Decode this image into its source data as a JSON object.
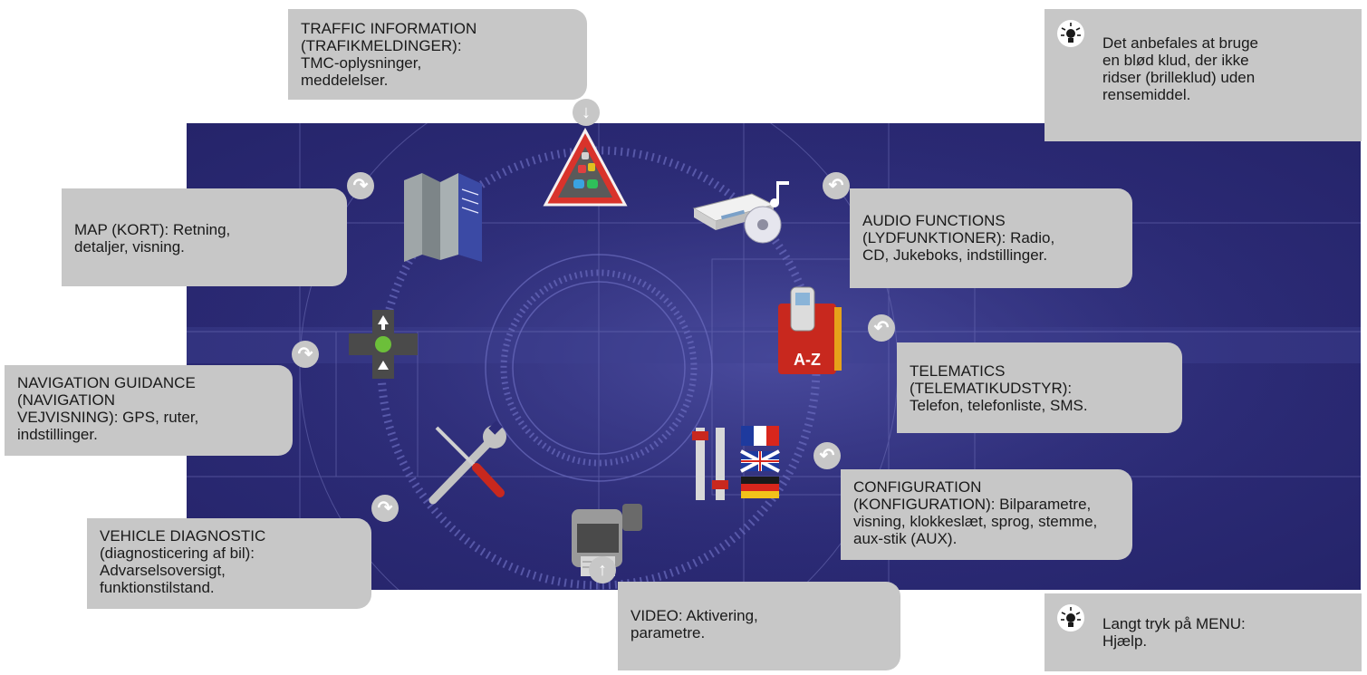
{
  "callouts": {
    "traffic": {
      "lines": [
        "TRAFFIC INFORMATION",
        "(TRAFIKMELDINGER):",
        "TMC-oplysninger,",
        "meddelelser."
      ]
    },
    "map": {
      "lines": [
        "MAP (KORT): Retning,",
        "detaljer, visning."
      ]
    },
    "audio": {
      "lines": [
        "AUDIO FUNCTIONS",
        "(LYDFUNKTIONER): Radio,",
        "CD, Jukeboks, indstillinger."
      ]
    },
    "telematics": {
      "lines": [
        "TELEMATICS",
        "(TELEMATIKUDSTYR):",
        "Telefon, telefonliste, SMS."
      ]
    },
    "navigation": {
      "lines": [
        "NAVIGATION GUIDANCE",
        "(NAVIGATION",
        "VEJVISNING): GPS, ruter,",
        "indstillinger."
      ]
    },
    "configuration": {
      "lines": [
        "CONFIGURATION",
        "(KONFIGURATION): Bilparametre,",
        "visning, klokkeslæt, sprog, stemme,",
        "aux-stik (AUX)."
      ]
    },
    "vehicle": {
      "lines": [
        "VEHICLE DIAGNOSTIC",
        "(diagnosticering af bil):",
        "Advarselsoversigt,",
        "funktionstilstand."
      ]
    },
    "video": {
      "lines": [
        "VIDEO: Aktivering,",
        "parametre."
      ]
    }
  },
  "tips": {
    "cloth": {
      "lines": [
        "Det anbefales at bruge",
        "en blød klud, der ikke",
        "ridser (brilleklud) uden",
        "rensemiddel."
      ]
    },
    "menu": {
      "lines": [
        "Langt tryk på MENU:",
        "Hjælp."
      ]
    }
  },
  "icons": {
    "traffic": "traffic-warning-icon",
    "map": "folded-map-icon",
    "audio": "cd-player-icon",
    "telematics": "phone-book-icon",
    "navigation": "crossroads-icon",
    "configuration": "settings-sliders-flags-icon",
    "vehicle": "wrench-screwdriver-icon",
    "video": "video-camera-icon",
    "tip": "lightbulb-icon"
  },
  "phonebook_label": "A-Z",
  "colors": {
    "screen_bg": "#2d2c78",
    "callout_bg": "#c7c7c7",
    "warning_red": "#d9332b"
  }
}
